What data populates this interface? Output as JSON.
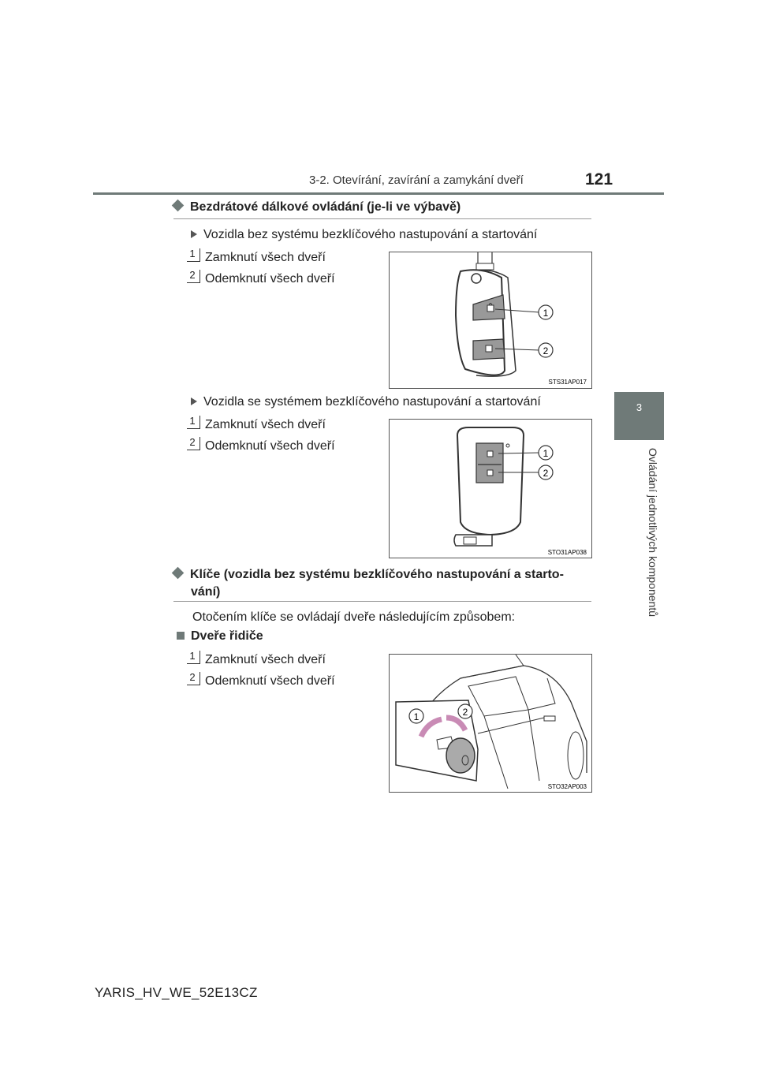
{
  "header": {
    "section": "3-2. Otevírání, zavírání a zamykání dveří",
    "page_number": "121"
  },
  "side_tab": {
    "chapter": "3",
    "chapter_title": "Ovládání jednotlivých komponentů"
  },
  "section1": {
    "heading": "Bezdrátové dálkové ovládání (je-li ve výbavě)",
    "sub_a": {
      "title": "Vozidla bez systému bezklíčového nastupování a startování",
      "item1": "Zamknutí všech dveří",
      "item2": "Odemknutí všech dveří",
      "fig_code": "STS31AP017",
      "callout1": "1",
      "callout2": "2"
    },
    "sub_b": {
      "title": "Vozidla se systémem bezklíčového nastupování a startování",
      "item1": "Zamknutí všech dveří",
      "item2": "Odemknutí všech dveří",
      "fig_code": "STO31AP038",
      "callout1": "1",
      "callout2": "2"
    }
  },
  "section2": {
    "heading_line1": "Klíče (vozidla bez systému bezklíčového nastupování a starto-",
    "heading_line2": "vání)",
    "intro": "Otočením klíče se ovládají dveře následujícím způsobem:",
    "subheading": "Dveře řidiče",
    "item1": "Zamknutí všech dveří",
    "item2": "Odemknutí všech dveří",
    "fig_code": "STO32AP003",
    "callout1": "1",
    "callout2": "2"
  },
  "list_numbers": {
    "n1": "1",
    "n2": "2"
  },
  "footer": {
    "doc_code": "YARIS_HV_WE_52E13CZ"
  }
}
